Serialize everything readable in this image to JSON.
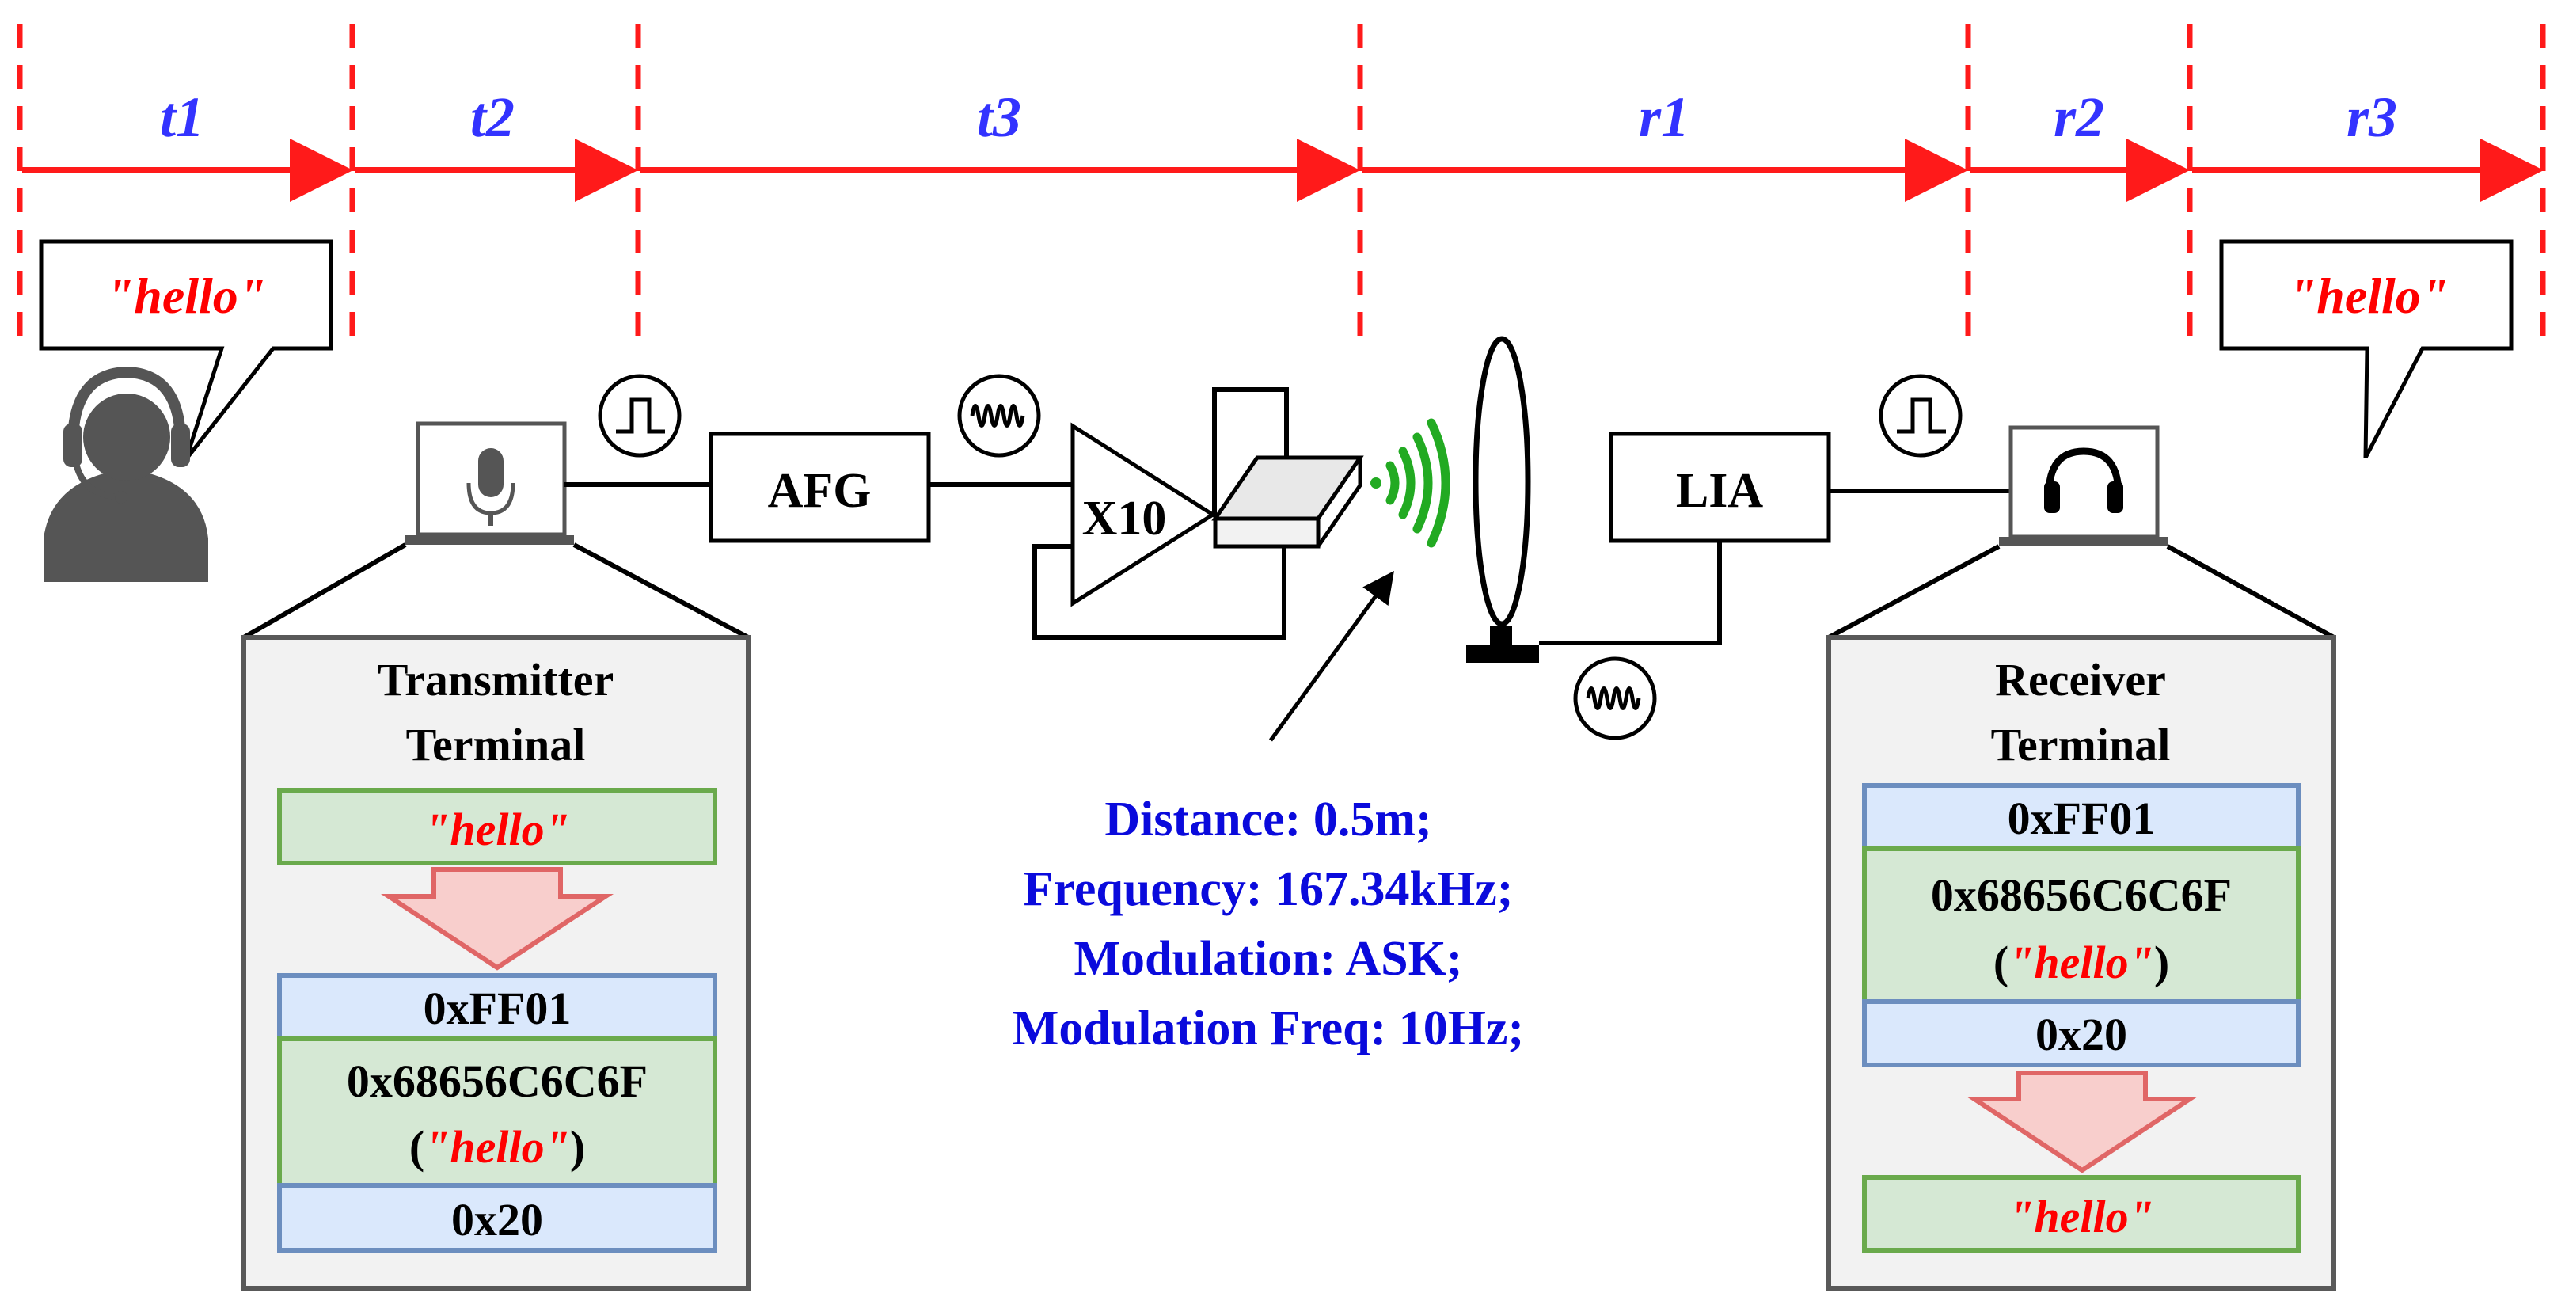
{
  "phases": [
    {
      "label": "t1"
    },
    {
      "label": "t2"
    },
    {
      "label": "t3"
    },
    {
      "label": "r1"
    },
    {
      "label": "r2"
    },
    {
      "label": "r3"
    }
  ],
  "speech_left": "\"hello\"",
  "speech_right": "\"hello\"",
  "afg_label": "AFG",
  "amp_label": "X10",
  "lia_label": "LIA",
  "transmitter": {
    "title_line1": "Transmitter",
    "title_line2": "Terminal",
    "input_text": "\"hello\"",
    "header": "0xFF01",
    "payload_line1": "0x68656C6C6F",
    "payload_paren_open": "(",
    "payload_word": "\"hello\"",
    "payload_paren_close": ")",
    "footer": "0x20"
  },
  "receiver": {
    "title_line1": "Receiver",
    "title_line2": "Terminal",
    "header": "0xFF01",
    "payload_line1": "0x68656C6C6F",
    "payload_paren_open": "(",
    "payload_word": "\"hello\"",
    "payload_paren_close": ")",
    "footer": "0x20",
    "output_text": "\"hello\""
  },
  "params": {
    "line1": "Distance: 0.5m;",
    "line2": "Frequency: 167.34kHz;",
    "line3": "Modulation: ASK;",
    "line4": "Modulation Freq: 10Hz;"
  },
  "colors": {
    "timeline_red": "#ff1a1a",
    "phase_label_blue": "#3333ff",
    "params_blue": "#0a0adc",
    "hello_red": "#ff0000",
    "field_green_fill": "#d5e8d4",
    "field_green_stroke": "#6aaa4c",
    "field_blue_fill": "#dae8fc",
    "field_blue_stroke": "#6c8ebf",
    "arrow_pink_fill": "#f8cecc",
    "arrow_pink_stroke": "#e06666",
    "signal_green": "#22aa22",
    "terminal_panel_fill": "#f2f2f2",
    "icon_gray": "#555555"
  },
  "icons": [
    "headset-user-icon",
    "microphone-icon",
    "headphones-icon",
    "square-wave-icon",
    "sine-wave-icon",
    "wireless-signal-icon",
    "loop-antenna-icon",
    "amplifier-icon"
  ]
}
